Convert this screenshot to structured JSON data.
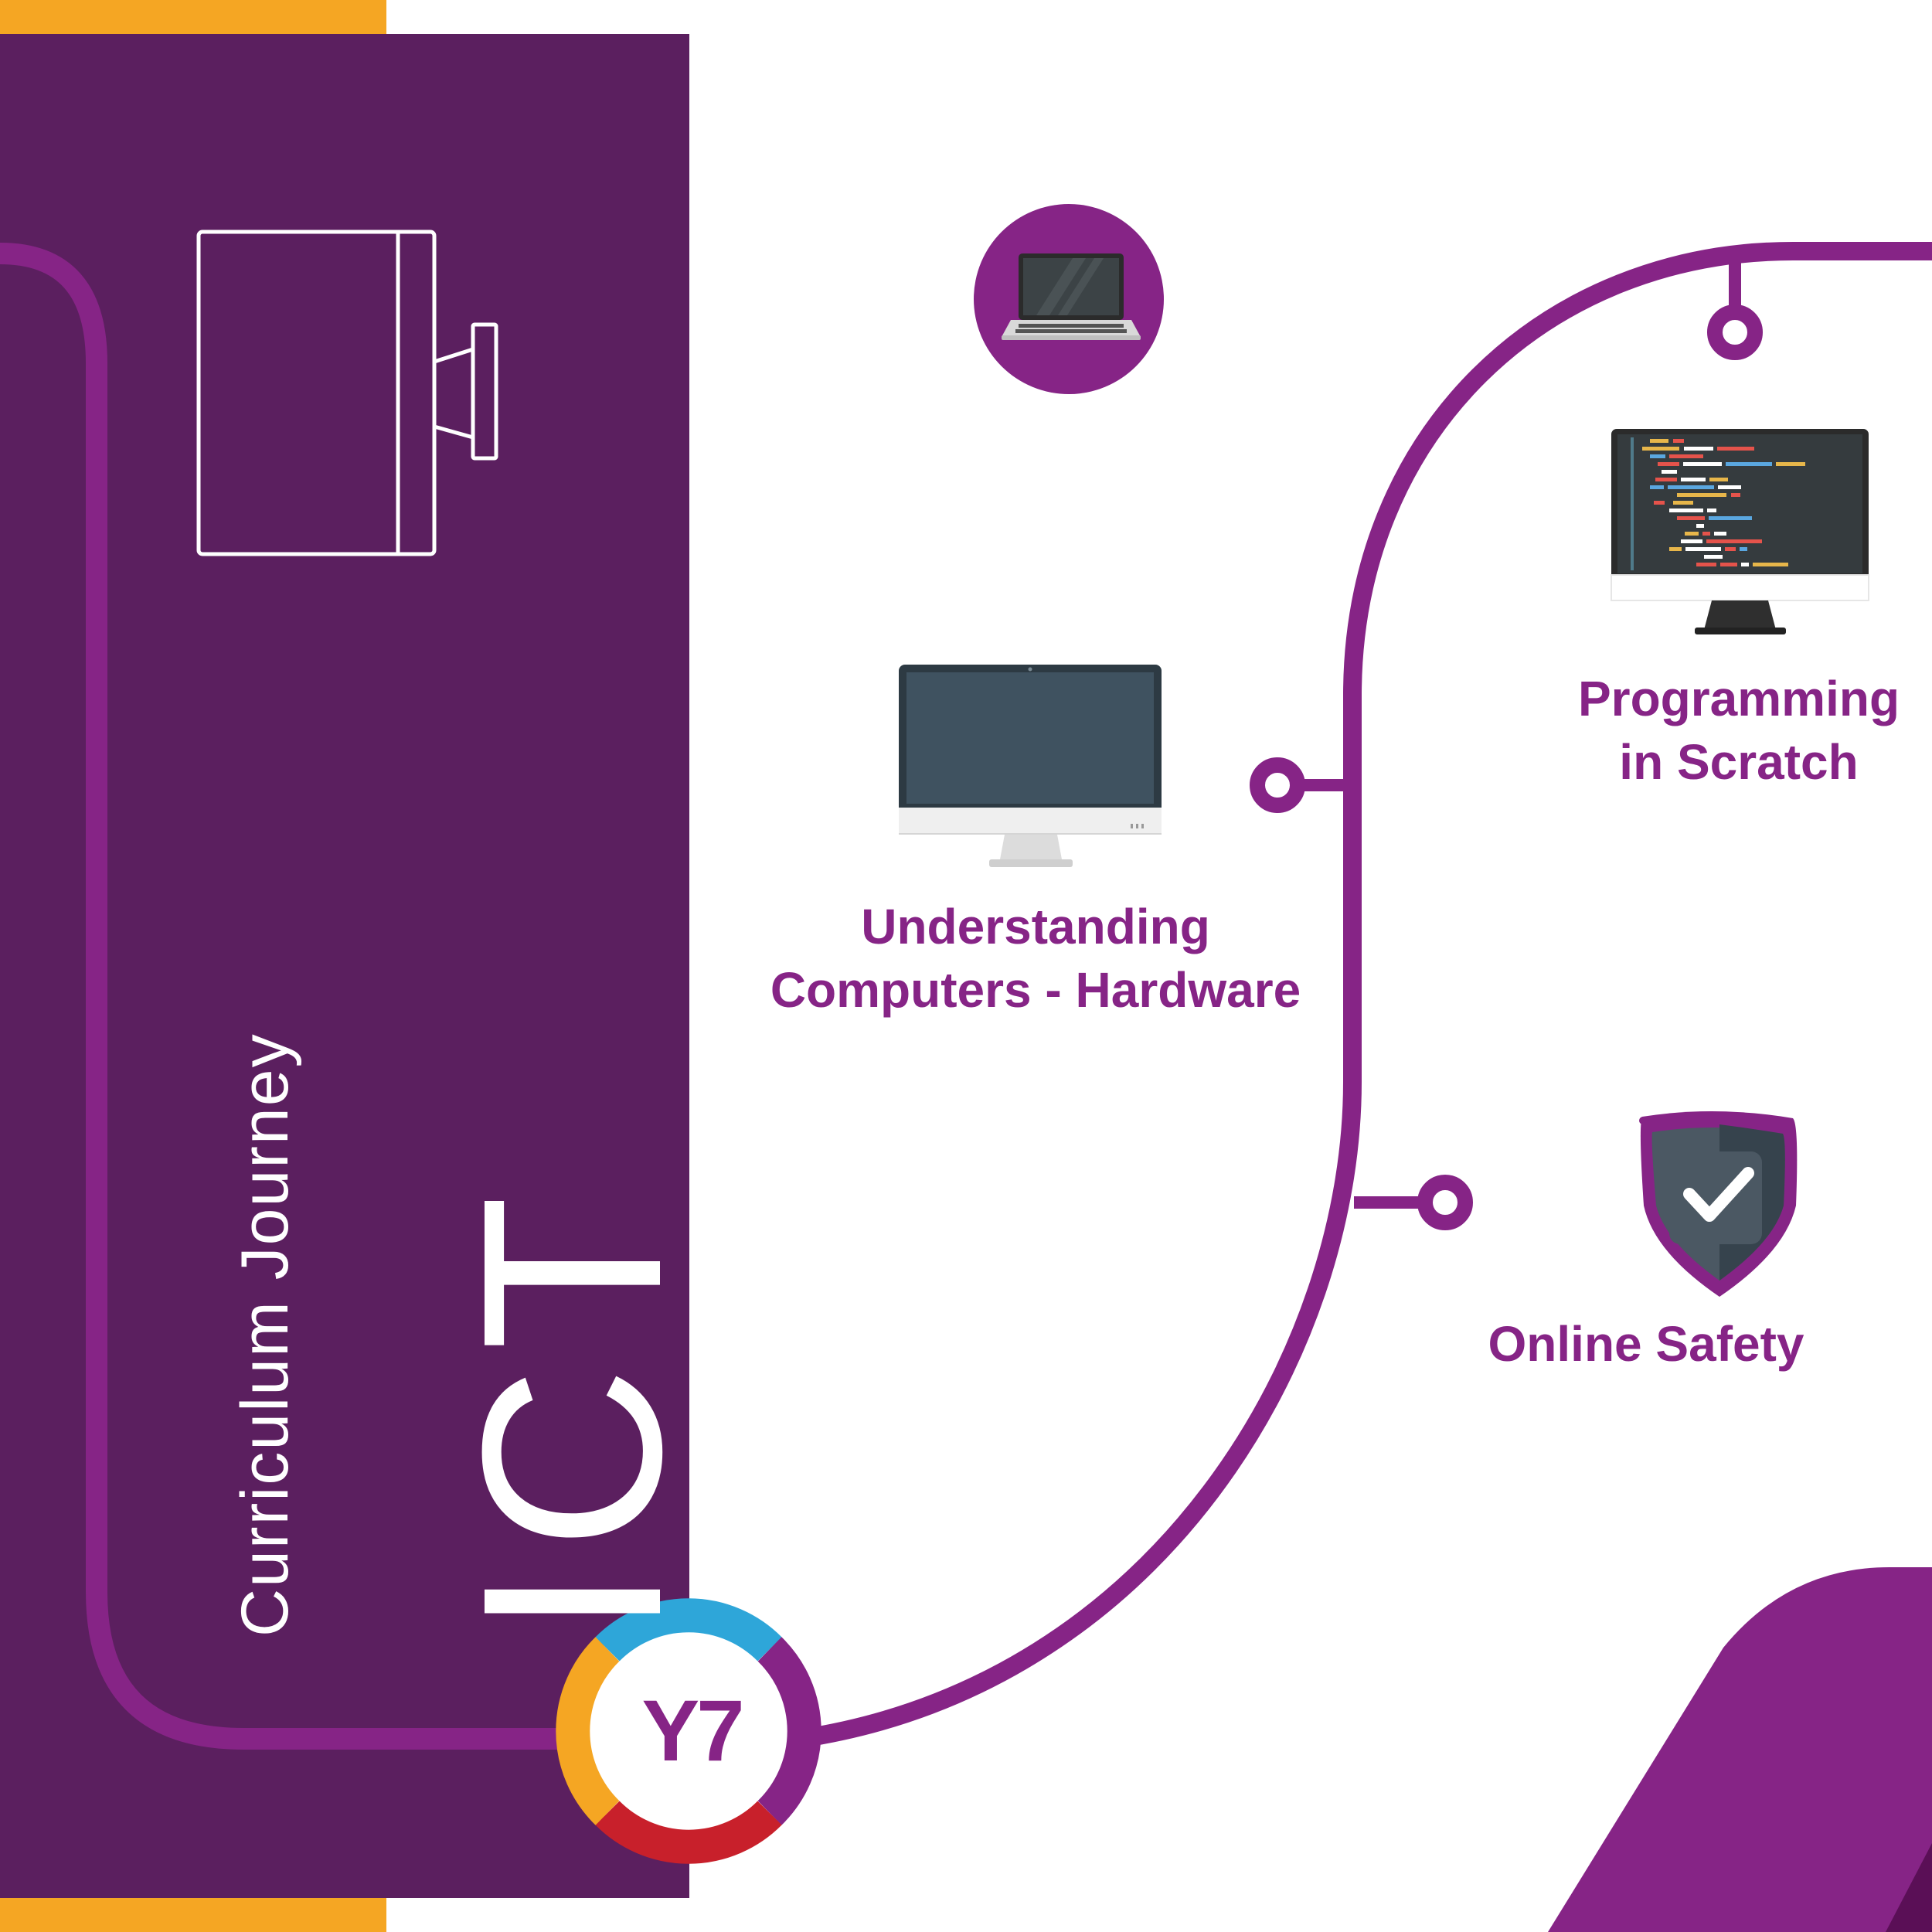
{
  "poster": {
    "subtitle": "Curriculum Journey",
    "title": "ICT",
    "year_badge": "Y7"
  },
  "topics": [
    {
      "lines": [
        "Understanding",
        "Computers - Hardware"
      ],
      "icon": "desktop-monitor-icon"
    },
    {
      "lines": [
        "Programming",
        "in Scratch"
      ],
      "icon": "code-monitor-icon"
    },
    {
      "lines": [
        "Online Safety"
      ],
      "icon": "shield-check-icon"
    }
  ],
  "decor_icons": [
    "laptop-icon",
    "computer-monitor-outline-icon"
  ],
  "colors": {
    "panel": "#5b1f5f",
    "path": "#862486",
    "accent_yellow": "#f5a623",
    "badge_blue": "#2ea6d9",
    "badge_red": "#c8202b",
    "badge_yellow": "#f5a623",
    "text_purple": "#862486",
    "white": "#ffffff"
  }
}
